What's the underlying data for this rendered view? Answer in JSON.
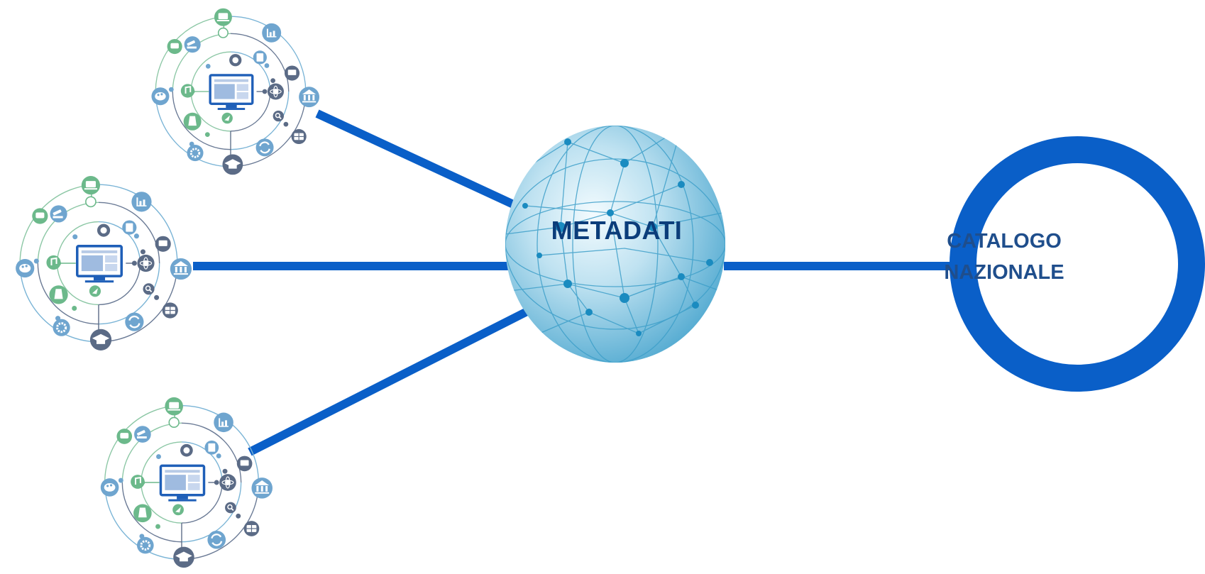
{
  "hub": {
    "label": "METADATI"
  },
  "catalog": {
    "line1": "CATALOGO",
    "line2": "NAZIONALE"
  },
  "sources": [
    {
      "name": "source-cluster-top"
    },
    {
      "name": "source-cluster-middle"
    },
    {
      "name": "source-cluster-bottom"
    }
  ],
  "colors": {
    "connector": "#0a5fc8",
    "ring": "#0a5fc8",
    "hub_text": "#0b3d7a",
    "catalog_text": "#1f4e8c",
    "globe_light": "#e6f4fa",
    "globe_dark": "#5fb3d6",
    "icon_green": "#6cb98b",
    "icon_blue": "#6fa5cf",
    "icon_slate": "#5b6b86",
    "monitor_blue": "#1f5fb8"
  },
  "icons": {
    "top": "laptop-icon",
    "top_right": "bar-chart-icon",
    "right": "bank-icon",
    "bottom": "graduation-cap-icon",
    "left": "palette-icon",
    "center": "monitor-icon"
  }
}
